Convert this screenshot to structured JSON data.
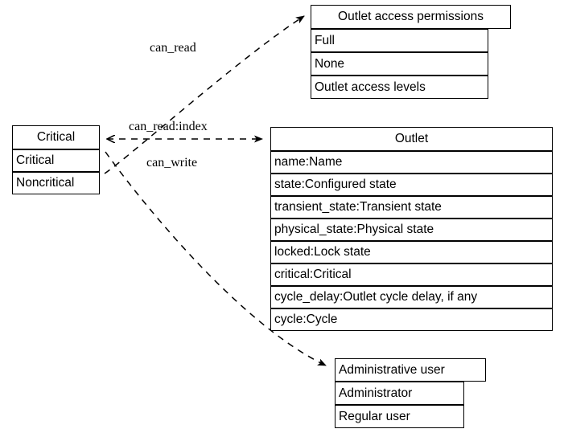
{
  "diagram": {
    "type": "uml-class-diagram",
    "background": "#ffffff",
    "line_color": "#000000",
    "text_color": "#000000"
  },
  "entities": {
    "critical": {
      "title": "Critical",
      "rows": [
        "Critical",
        "Noncritical"
      ]
    },
    "outlet_access_permissions": {
      "title": "Outlet access permissions",
      "rows": [
        "Full",
        "None",
        "Outlet access levels"
      ]
    },
    "outlet": {
      "title": "Outlet",
      "rows": [
        "name:Name",
        "state:Configured state",
        "transient_state:Transient state",
        "physical_state:Physical state",
        "locked:Lock state",
        "critical:Critical",
        "cycle_delay:Outlet cycle delay, if any",
        "cycle:Cycle"
      ]
    },
    "administrative_user": {
      "title": "Administrative user",
      "rows": [
        "Administrator",
        "Regular user"
      ]
    }
  },
  "edges": [
    {
      "id": "can-read",
      "label": "can_read",
      "from": "critical",
      "to": "outlet_access_permissions",
      "style": "dashed",
      "arrow": "target"
    },
    {
      "id": "can-read-index",
      "label": "can_read:index",
      "from": "critical",
      "to": "outlet",
      "style": "dashed",
      "arrow": "both"
    },
    {
      "id": "can-write",
      "label": "can_write",
      "from": "critical",
      "to": "administrative_user",
      "style": "dashed",
      "arrow": "target"
    }
  ]
}
